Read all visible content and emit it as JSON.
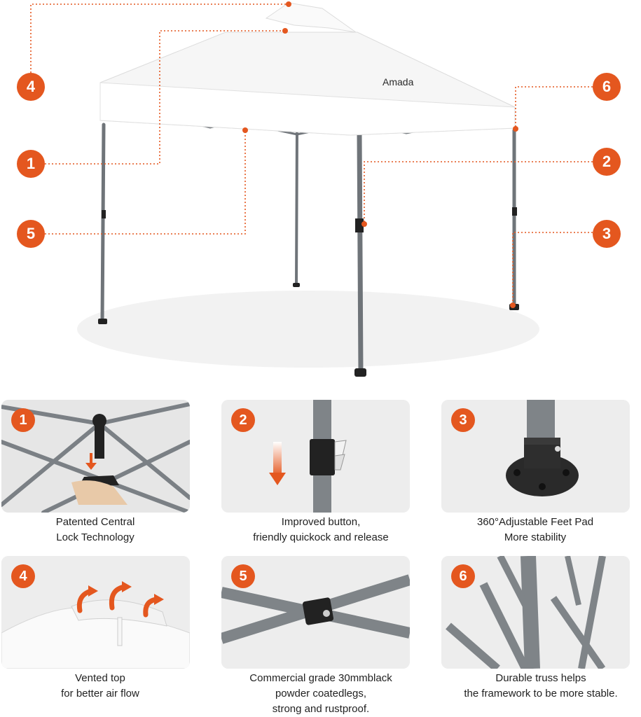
{
  "brand": "Amada",
  "callouts": [
    "4",
    "6",
    "1",
    "2",
    "5",
    "3"
  ],
  "panels": [
    {
      "number": "1",
      "icon": "central-lock-hub-icon",
      "lines": [
        "Patented Central",
        "Lock Technology"
      ]
    },
    {
      "number": "2",
      "icon": "push-button-icon",
      "lines": [
        "Improved button,",
        "friendly quickock and release"
      ]
    },
    {
      "number": "3",
      "icon": "feet-pad-icon",
      "lines": [
        "360°Adjustable Feet Pad",
        "More stability"
      ]
    },
    {
      "number": "4",
      "icon": "vent-airflow-icon",
      "lines": [
        "Vented top",
        "for better air flow"
      ]
    },
    {
      "number": "5",
      "icon": "truss-joint-icon",
      "lines": [
        "Commercial grade 30mmblack",
        "powder coatedlegs,",
        "strong and rustproof."
      ]
    },
    {
      "number": "6",
      "icon": "truss-frame-icon",
      "lines": [
        "Durable truss helps",
        "the framework to be more stable."
      ]
    }
  ],
  "colors": {
    "accent": "#e4571f",
    "frame": "#6f7479",
    "canopy": "#f7f7f7",
    "panel_bg": "#ececec"
  }
}
